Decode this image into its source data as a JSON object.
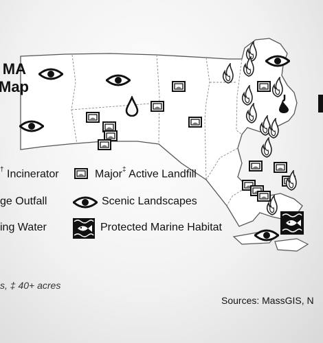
{
  "map_title": {
    "line1": "MA",
    "line2": "Map"
  },
  "legend": {
    "incinerator_prefix": "",
    "incinerator_sup": "†",
    "incinerator_label": " Incinerator",
    "landfill_label": "Major",
    "landfill_sup": "‡",
    "landfill_suffix": " Active Landfill",
    "sewage_label": "ge Outfall",
    "scenic_label": "Scenic Landscapes",
    "drinking_label": "ing Water",
    "marine_label": "Protected Marine Habitat"
  },
  "footnote": "s, ‡ 40+ acres",
  "sources": "Sources: MassGIS, N",
  "icons": {
    "flame": "incinerator-flame-icon",
    "landfill": "landfill-icon",
    "eye": "scenic-eye-icon",
    "drop": "drinking-water-drop-icon",
    "outfall": "sewage-outfall-icon",
    "marine": "marine-habitat-fish-icon"
  },
  "colors": {
    "state_fill": "#ffffff",
    "state_stroke": "#555555",
    "icon": "#111111",
    "background": "#e9e9e9"
  }
}
